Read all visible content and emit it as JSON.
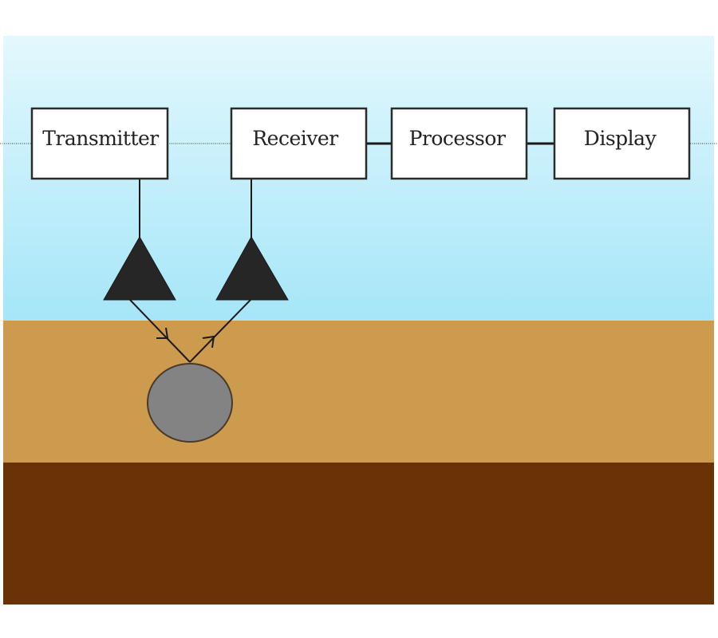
{
  "diagram": {
    "title": "Ground-penetrating radar system schematic",
    "blocks": [
      {
        "id": "transmitter",
        "label": "Transmitter"
      },
      {
        "id": "receiver",
        "label": "Receiver"
      },
      {
        "id": "processor",
        "label": "Processor"
      },
      {
        "id": "display",
        "label": "Display"
      }
    ],
    "connections": [
      {
        "from": "receiver",
        "to": "processor"
      },
      {
        "from": "processor",
        "to": "display"
      },
      {
        "from": "transmitter",
        "to": "transmit-antenna"
      },
      {
        "from": "receiver",
        "to": "receive-antenna"
      }
    ],
    "antennas": [
      {
        "id": "transmit-antenna",
        "attached_to": "transmitter"
      },
      {
        "id": "receive-antenna",
        "attached_to": "receiver"
      }
    ],
    "signal_path": [
      {
        "from": "transmit-antenna",
        "to": "buried-object",
        "direction": "down"
      },
      {
        "from": "buried-object",
        "to": "receive-antenna",
        "direction": "up"
      }
    ],
    "layers": [
      {
        "id": "air",
        "color_top": "#e3f8fd",
        "color_bottom": "#a5e6f8"
      },
      {
        "id": "topsoil",
        "color": "#cc9b4e"
      },
      {
        "id": "subsoil",
        "color": "#693305"
      }
    ],
    "buried_object": {
      "id": "buried-object",
      "color": "#838383"
    },
    "colors": {
      "block_fill": "#ffffff",
      "block_stroke": "#2b2b2b",
      "antenna_fill": "#262626",
      "line": "#1a1a1a"
    }
  }
}
